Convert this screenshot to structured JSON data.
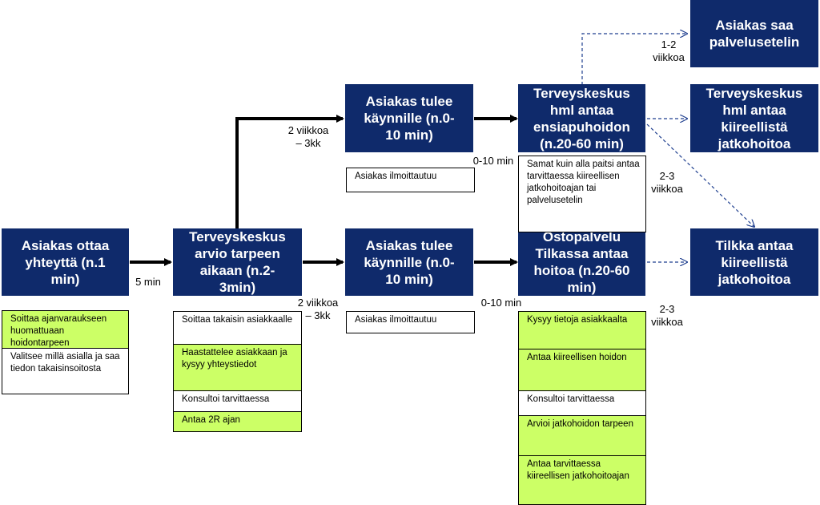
{
  "boxes": {
    "b1": "Asiakas ottaa\nyhteyttä (n.1\nmin)",
    "b2": "Terveyskeskus\narvio tarpeen\naikaan (n.2-\n3min)",
    "b3": "Asiakas tulee\nkäynnille (n.0-\n10 min)",
    "b4": "Asiakas tulee\nkäynnille (n.0-\n10 min)",
    "b5": "Terveyskeskus\nhml antaa\nensiapuhoidon\n(n.20-60 min)",
    "b6": "Ostopalvelu\nTilkassa antaa\nhoitoa (n.20-60\nmin)",
    "b7": "Asiakas saa\npalvelusetelin",
    "b8": "Terveyskeskus\nhml antaa\nkiireellistä\njatkohoitoa",
    "b9": "Tilkka antaa\nkiireellistä\njatkohoitoa"
  },
  "labels": {
    "l_5min": "5 min",
    "l_2vk_top": "2 viikkoa\n– 3kk",
    "l_2vk_bottom": "2 viikkoa\n– 3kk",
    "l_010_top": "0-10 min",
    "l_010_bottom": "0-10 min",
    "l_12vk": "1-2\nviikkoa",
    "l_23vk_top": "2-3\nviikkoa",
    "l_23vk_bottom": "2-3\nviikkoa"
  },
  "notes": {
    "n1": [
      "Soittaa ajanvaraukseen huomattuaan hoidontarpeen",
      "Valitsee millä asialla ja saa tiedon takaisinsoitosta"
    ],
    "n2": [
      "Soittaa takaisin asiakkaalle",
      "Haastattelee asiakkaan ja kysyy yhteystiedot",
      "Konsultoi tarvittaessa",
      "Antaa 2R ajan"
    ],
    "n3": [
      "Asiakas ilmoittautuu"
    ],
    "n4": [
      "Asiakas ilmoittautuu"
    ],
    "n5": [
      "Samat kuin alla paitsi antaa tarvittaessa kiireellisen jatkohoitoajan tai palvelusetelin"
    ],
    "n6": [
      "Kysyy tietoja asiakkaalta",
      "Antaa kiireellisen hoidon",
      "Konsultoi tarvittaessa",
      "Arvioi jatkohoidon tarpeen",
      "Antaa tarvittaessa kiireellisen jatkohoitoajan"
    ]
  },
  "colors": {
    "box_fill": "#0f2a6b",
    "highlight": "#ccff66",
    "arrow": "#000000",
    "dashed": "#1f3f8f"
  }
}
